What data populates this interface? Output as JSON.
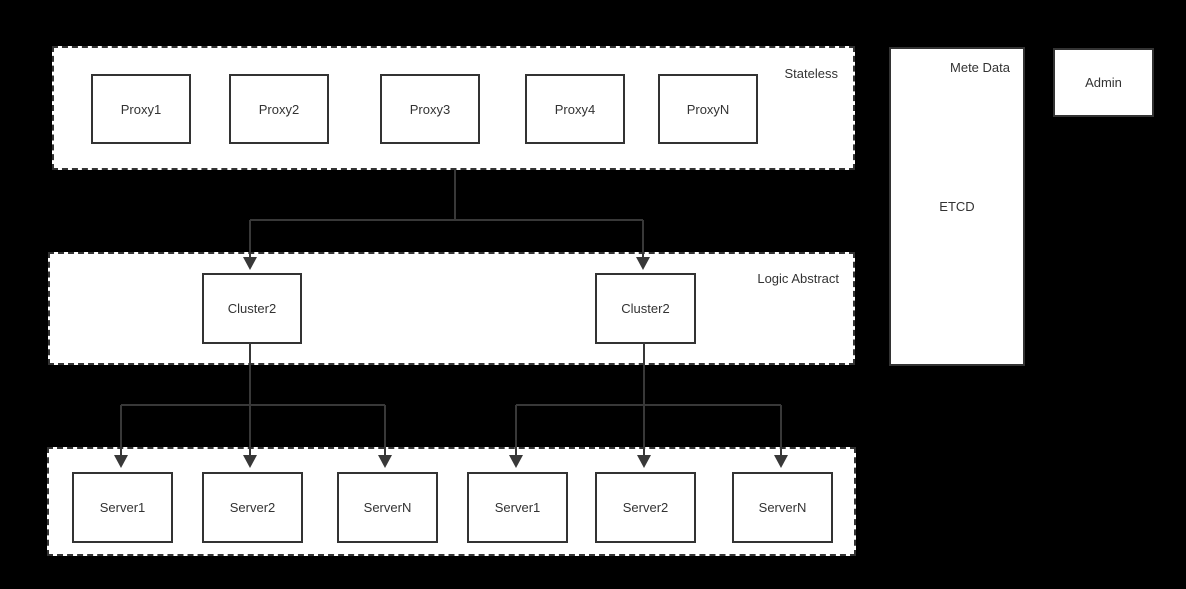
{
  "groups": {
    "stateless": {
      "label": "Stateless",
      "nodes": [
        "Proxy1",
        "Proxy2",
        "Proxy3",
        "Proxy4",
        "ProxyN"
      ]
    },
    "logic": {
      "label": "Logic Abstract",
      "nodes": [
        "Cluster2",
        "Cluster2"
      ]
    },
    "servers": {
      "nodes": [
        "Server1",
        "Server2",
        "ServerN",
        "Server1",
        "Server2",
        "ServerN"
      ]
    },
    "meta": {
      "label": "Mete Data",
      "node": "ETCD"
    },
    "admin": {
      "label": "Admin"
    }
  },
  "colors": {
    "background": "#000000",
    "container_fill": "#ffffff",
    "border": "#333333",
    "connector": "#383838",
    "text": "#333333"
  }
}
